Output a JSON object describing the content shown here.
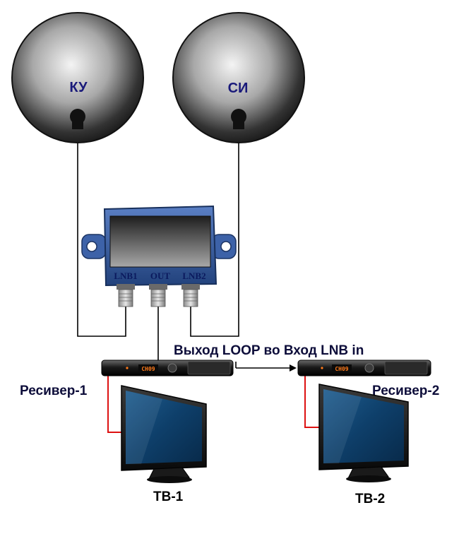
{
  "dishes": {
    "left_label": "КУ",
    "right_label": "СИ"
  },
  "switch": {
    "port_lnb1": "LNB1",
    "port_out": "OUT",
    "port_lnb2": "LNB2"
  },
  "connection_label": "Выход LOOP во Вход LNB in",
  "receivers": {
    "r1_label": "Ресивер-1",
    "r2_label": "Ресивер-2",
    "r1_display": "CH09",
    "r2_display": "CH09"
  },
  "tvs": {
    "tv1_label": "ТВ-1",
    "tv2_label": "ТВ-2"
  },
  "colors": {
    "cable": "#000000",
    "tv_cable": "#dd1111",
    "switch_body": "#2d4f8e",
    "label_dark": "#0d0d3a",
    "label_navy": "#1a1a7a"
  }
}
